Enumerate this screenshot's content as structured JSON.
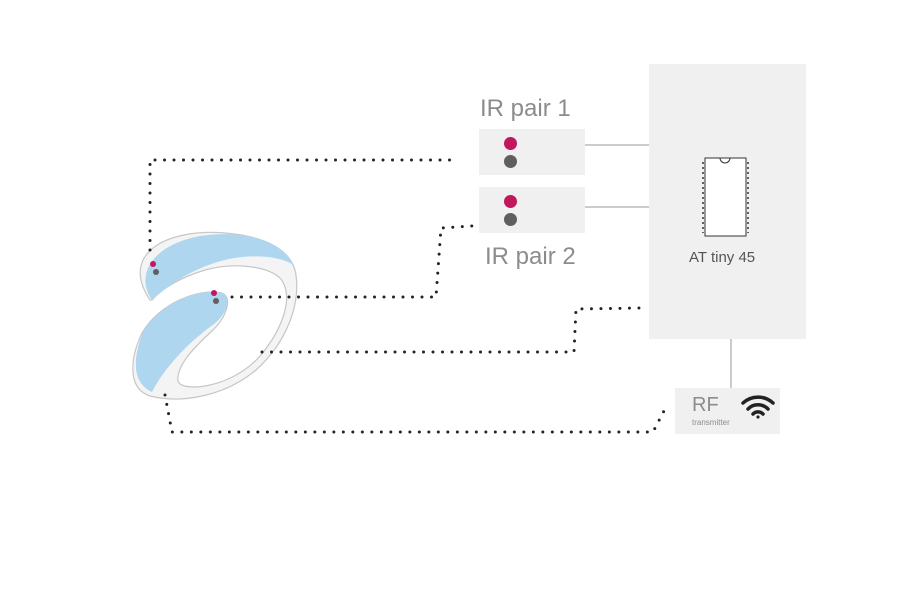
{
  "ir_pair_1": {
    "title": "IR pair 1"
  },
  "ir_pair_2": {
    "title": "IR pair 2"
  },
  "microcontroller": {
    "label": "AT tiny 45"
  },
  "rf_module": {
    "title": "RF",
    "subtitle": "transmitter"
  },
  "colors": {
    "ring_band": "#aed6ef",
    "ring_body": "#f4f4f4",
    "led_emitter": "#c2185b",
    "led_detector": "#5f5f5f",
    "box_fill": "#f0f0f0",
    "wire": "#222222",
    "label_grey": "#8c8c8c"
  },
  "icons": {
    "rf": "wifi-icon",
    "chip": "ic-chip-icon"
  }
}
